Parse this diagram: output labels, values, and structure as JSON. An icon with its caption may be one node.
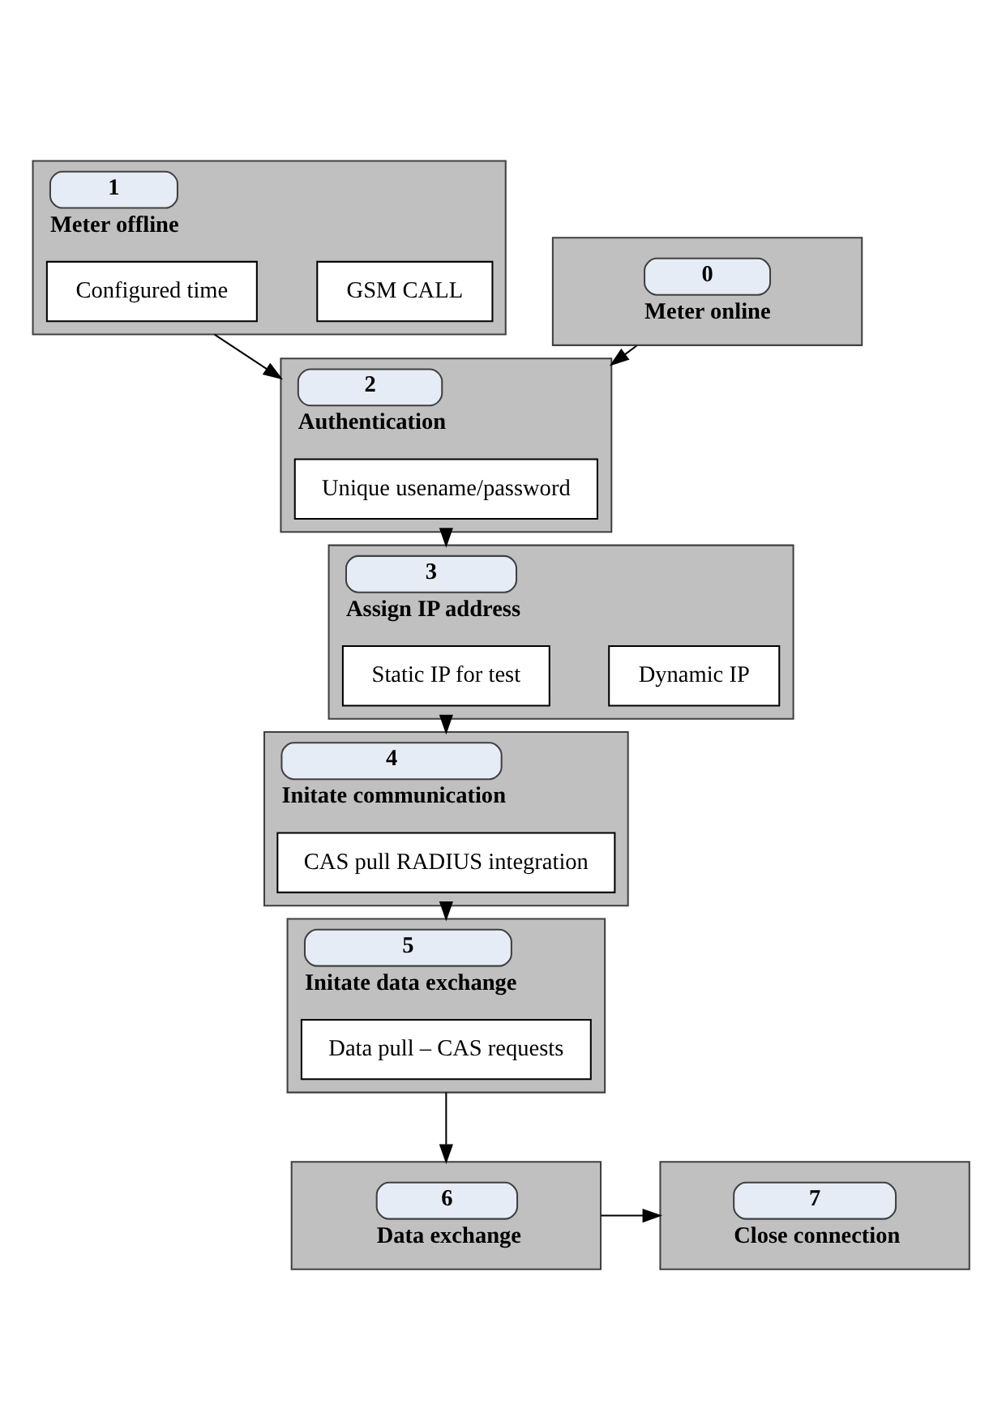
{
  "diagram": {
    "nodes": [
      {
        "text": [
          "1",
          "Meter offline"
        ]
      },
      {
        "text": [
          "Configured time"
        ],
        "in": 0
      },
      {
        "text": [
          "GSM CALL"
        ],
        "in": 0
      },
      {
        "text": [
          "0",
          "Meter online"
        ]
      },
      {
        "text": [
          "2",
          "Authentication"
        ]
      },
      {
        "text": [
          "Unique usename/password"
        ],
        "in": 4
      },
      {
        "text": [
          "3",
          "Assign IP address"
        ]
      },
      {
        "text": [
          "Static IP for test"
        ],
        "in": 6
      },
      {
        "text": [
          "Dynamic IP"
        ],
        "in": 6
      },
      {
        "text": [
          "4",
          "Initate communication"
        ]
      },
      {
        "text": [
          "CAS pull RADIUS integration"
        ],
        "in": 9
      },
      {
        "text": [
          "5",
          "Initate data exchange"
        ]
      },
      {
        "text": [
          "Data pull – CAS requests"
        ],
        "in": 11
      },
      {
        "text": [
          "6",
          "Data exchange"
        ]
      },
      {
        "text": [
          "7",
          "Close connection"
        ]
      }
    ],
    "edges": [
      {
        "from": 0,
        "to": 4,
        "arrow": "to"
      },
      {
        "from": 3,
        "to": 4,
        "arrow": "to"
      },
      {
        "from": 4,
        "to": 6,
        "arrow": "to"
      },
      {
        "from": 6,
        "to": 9,
        "arrow": "to"
      },
      {
        "from": 9,
        "to": 11,
        "arrow": "to"
      },
      {
        "from": 11,
        "to": 13,
        "arrow": "to"
      },
      {
        "from": 13,
        "to": 14,
        "arrow": "to"
      }
    ]
  }
}
